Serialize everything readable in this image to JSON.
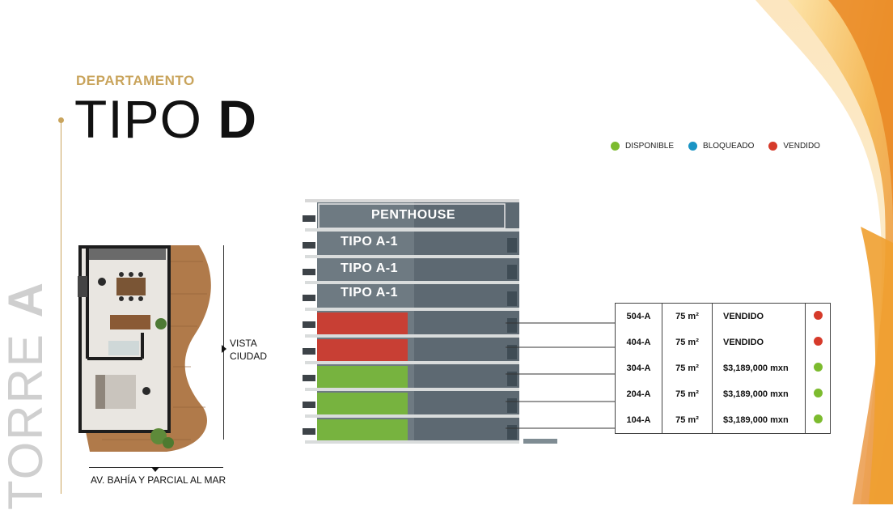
{
  "header": {
    "subtitle": "DEPARTAMENTO",
    "title_light": "TIPO ",
    "title_bold": "D"
  },
  "tower": {
    "label_light": "TORRE ",
    "label_bold": "A"
  },
  "legend": [
    {
      "label": "DISPONIBLE",
      "color": "#7cbb2e"
    },
    {
      "label": "BLOQUEADO",
      "color": "#1a94c4"
    },
    {
      "label": "VENDIDO",
      "color": "#d63a2a"
    }
  ],
  "plan": {
    "view_line1": "VISTA",
    "view_line2": "CIUDAD",
    "street": "AV. BAHÍA Y PARCIAL AL MAR"
  },
  "building": {
    "floors": [
      "PENTHOUSE",
      "TIPO A-1",
      "TIPO A-1",
      "TIPO A-1"
    ]
  },
  "units": [
    {
      "unit": "504-A",
      "area": "75 m²",
      "status_text": "VENDIDO",
      "status": "VENDIDO",
      "color": "#d63a2a"
    },
    {
      "unit": "404-A",
      "area": "75 m²",
      "status_text": "VENDIDO",
      "status": "VENDIDO",
      "color": "#d63a2a"
    },
    {
      "unit": "304-A",
      "area": "75 m²",
      "status_text": "$3,189,000 mxn",
      "status": "DISPONIBLE",
      "color": "#7cbb2e"
    },
    {
      "unit": "204-A",
      "area": "75 m²",
      "status_text": "$3,189,000  mxn",
      "status": "DISPONIBLE",
      "color": "#7cbb2e"
    },
    {
      "unit": "104-A",
      "area": "75 m²",
      "status_text": "$3,189,000  mxn",
      "status": "DISPONIBLE",
      "color": "#7cbb2e"
    }
  ]
}
